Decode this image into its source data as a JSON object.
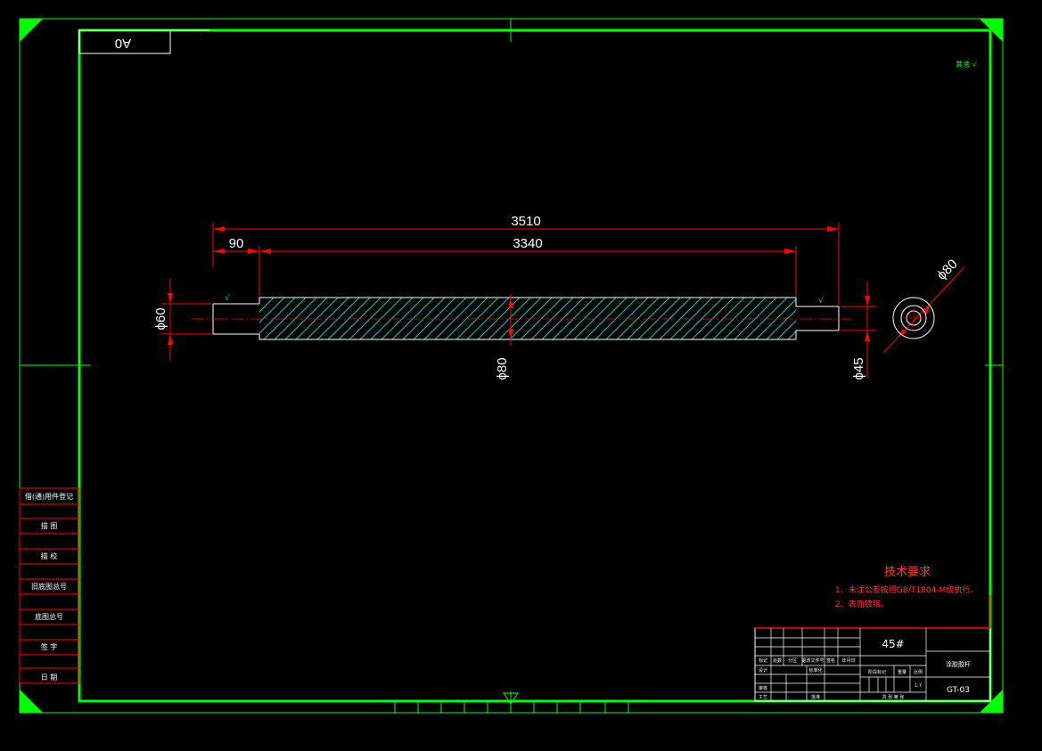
{
  "sheet": {
    "size_label": "A0",
    "roughness_note": "其余 √"
  },
  "dimensions": {
    "overall_length": "3510",
    "step_length": "90",
    "middle_length": "3340",
    "left_diameter": "ϕ60",
    "middle_diameter": "ϕ80",
    "right_diameter": "ϕ45",
    "end_view_diameter": "ϕ80",
    "roughness_left": "√",
    "roughness_right": "√"
  },
  "tech_requirements": {
    "title": "技术要求",
    "items": [
      "1、未注公差按照GB/T1804-M级执行。",
      "2、表面镀铬。"
    ]
  },
  "side_panel": {
    "items": [
      "借(通)用件登记",
      "描  图",
      "描  校",
      "旧底图总号",
      "底图总号",
      "签  字",
      "日  期"
    ]
  },
  "title_block": {
    "material": "45#",
    "part_name": "涂胶胶杆",
    "drawing_number": "GT-03",
    "header_cells": [
      "标记",
      "处数",
      "分区",
      "更改文件号",
      "签名",
      "年月日"
    ],
    "design_row": [
      "设计",
      "",
      "标准化",
      ""
    ],
    "check_row": [
      "审核",
      "",
      "",
      ""
    ],
    "process_row": [
      "工艺",
      "",
      "批准",
      ""
    ],
    "stage_labels": [
      "阶段标记",
      "重量",
      "比例"
    ],
    "scale": "1:7",
    "sheet_count": "共  张  第  张"
  },
  "colors": {
    "background": "#000000",
    "frame": "#00ff00",
    "dimension": "#ff0000",
    "outline": "#ffffff",
    "hatch": "#00cccc"
  }
}
